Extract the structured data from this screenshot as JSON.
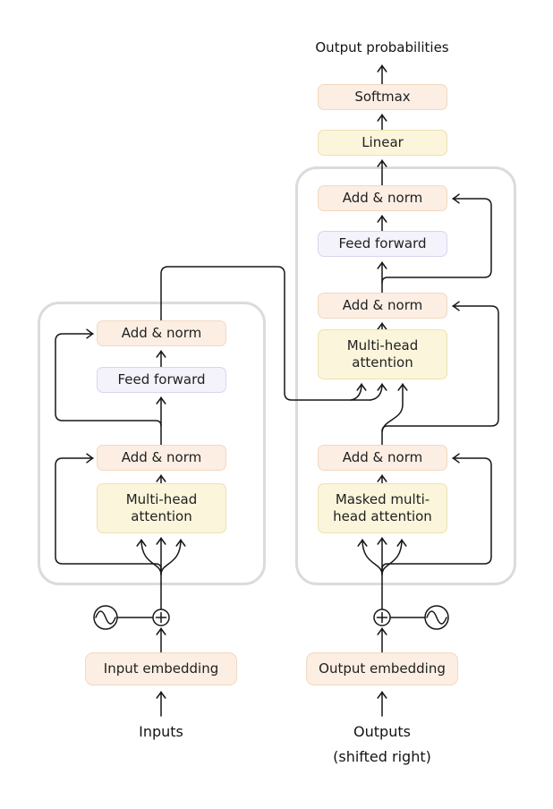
{
  "colors": {
    "background": "#ffffff",
    "line": "#161616",
    "frame_border": "#dbdbdb",
    "peach_fill": "#fceee3",
    "peach_border": "#f2d8c0",
    "yellow_fill": "#fbf5db",
    "yellow_border": "#ede2af",
    "lavender_fill": "#f4f2fb",
    "lavender_border": "#d9d5ef"
  },
  "head": {
    "output_probabilities": "Output probabilities",
    "softmax": "Softmax",
    "linear": "Linear"
  },
  "decoder": {
    "blocks": [
      {
        "lines": [
          "Add & norm"
        ]
      },
      {
        "lines": [
          "Feed forward"
        ]
      },
      {
        "lines": [
          "Add & norm"
        ]
      },
      {
        "lines": [
          "Multi-head",
          "attention"
        ]
      },
      {
        "lines": [
          "Add & norm"
        ]
      },
      {
        "lines": [
          "Masked multi-",
          "head attention"
        ]
      }
    ],
    "embedding": "Output embedding",
    "output_label": "Outputs",
    "output_sublabel": "(shifted right)"
  },
  "encoder": {
    "blocks": [
      {
        "lines": [
          "Add & norm"
        ]
      },
      {
        "lines": [
          "Feed forward"
        ]
      },
      {
        "lines": [
          "Add & norm"
        ]
      },
      {
        "lines": [
          "Multi-head",
          "attention"
        ]
      }
    ],
    "embedding": "Input embedding",
    "input_label": "Inputs"
  },
  "icons": {
    "positional_encoding": "sine-wave-in-circle",
    "combine": "circled-plus"
  }
}
